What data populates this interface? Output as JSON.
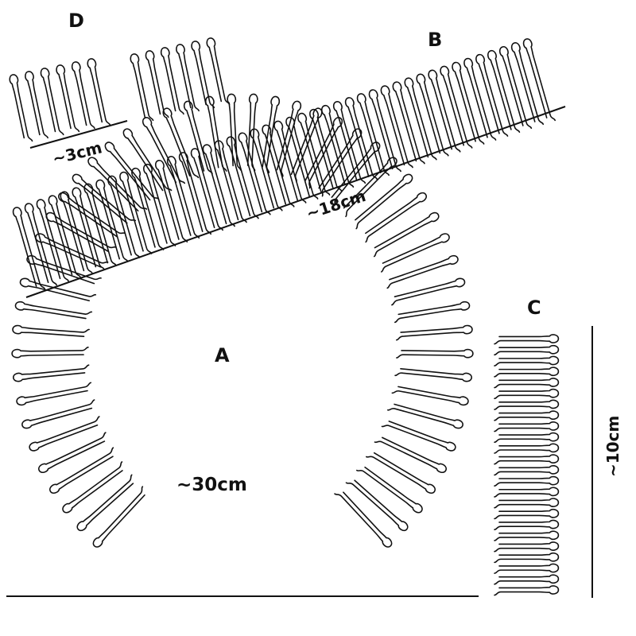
{
  "combs": {
    "A": {
      "letter": "A",
      "size": "~30cm",
      "pins": 52
    },
    "B": {
      "letter": "B",
      "size": "~18cm",
      "pins": 44
    },
    "C": {
      "letter": "C",
      "size": "~10cm",
      "pins": 24
    },
    "D": {
      "letter": "D",
      "size": "~3cm",
      "pins": 6,
      "count": 2
    }
  },
  "colors": {
    "wire": "#111111",
    "background": "#ffffff"
  }
}
